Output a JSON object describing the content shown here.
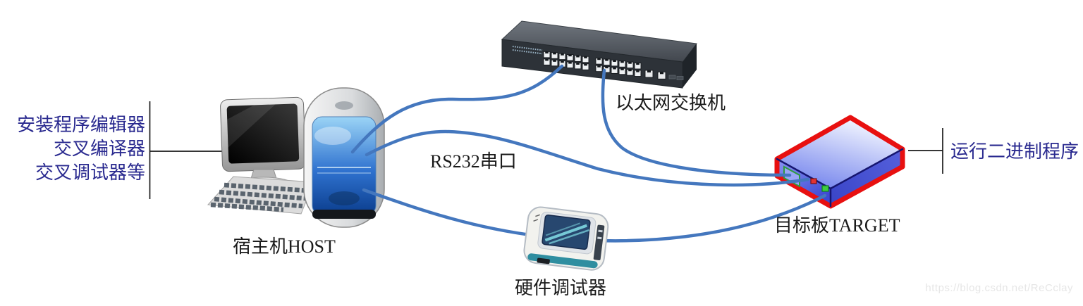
{
  "diagram": {
    "host": {
      "label": "宿主机HOST",
      "annotation_lines": [
        "安装程序编辑器",
        "交叉编译器",
        "交叉调试器等"
      ]
    },
    "ethernet_switch": {
      "label": "以太网交换机"
    },
    "hardware_debugger": {
      "label": "硬件调试器"
    },
    "target_board": {
      "label": "目标板TARGET",
      "annotation": "运行二进制程序"
    },
    "connections": {
      "rs232_label": "RS232串口"
    },
    "watermark": "https://blog.csdn.net/ReCclay",
    "colors": {
      "connection_blue": "#4477BE",
      "annotation_navy": "#29298F",
      "label_black": "#1A1A1A",
      "target_outline_red": "#E81010",
      "watermark_gray": "#E6E6E6"
    }
  }
}
